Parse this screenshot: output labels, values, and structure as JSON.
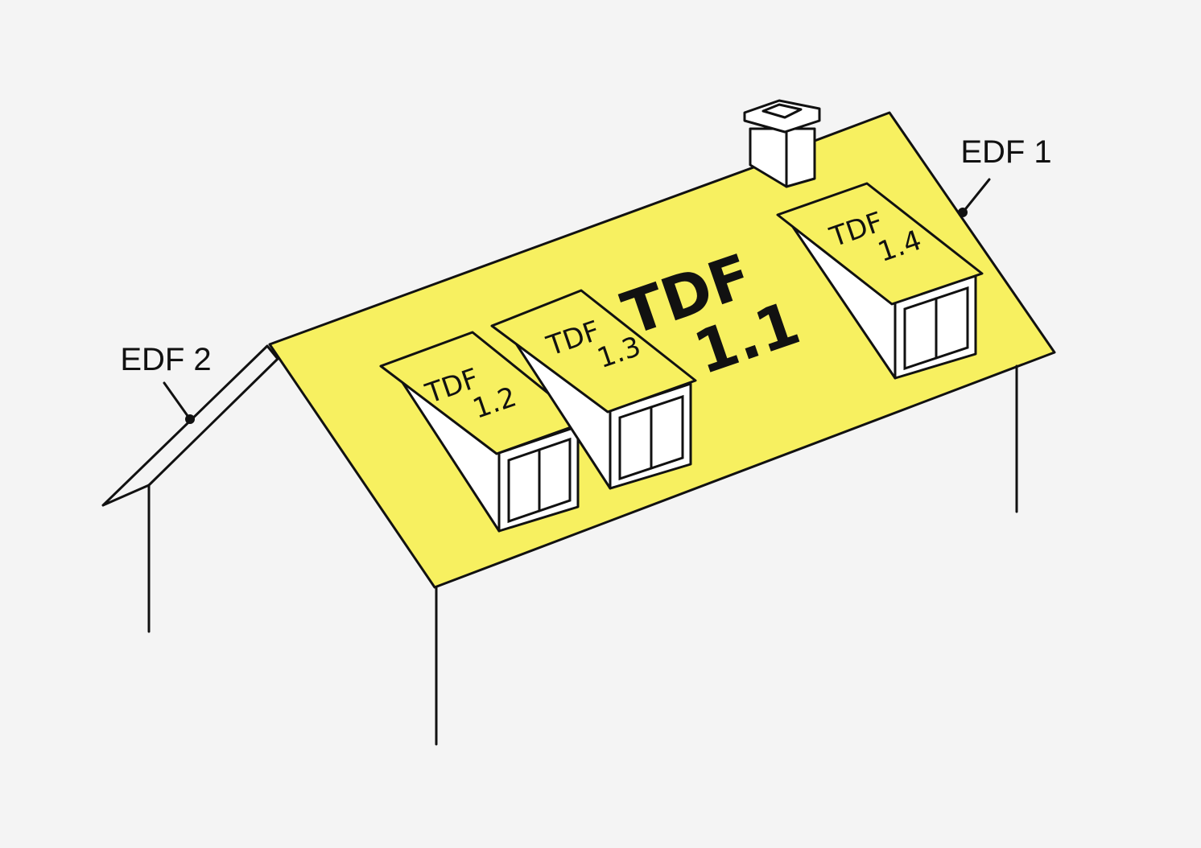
{
  "colors": {
    "background": "#f4f4f4",
    "roof_fill": "#f7f060",
    "line": "#111111",
    "dormer_side": "#ffffff"
  },
  "labels": {
    "main_roof": {
      "line1": "TDF",
      "line2": "1.1"
    },
    "dormer_1_2": {
      "line1": "TDF",
      "line2": "1.2"
    },
    "dormer_1_3": {
      "line1": "TDF",
      "line2": "1.3"
    },
    "dormer_1_4": {
      "line1": "TDF",
      "line2": "1.4"
    },
    "edge_1": "EDF 1",
    "edge_2": "EDF 2"
  }
}
